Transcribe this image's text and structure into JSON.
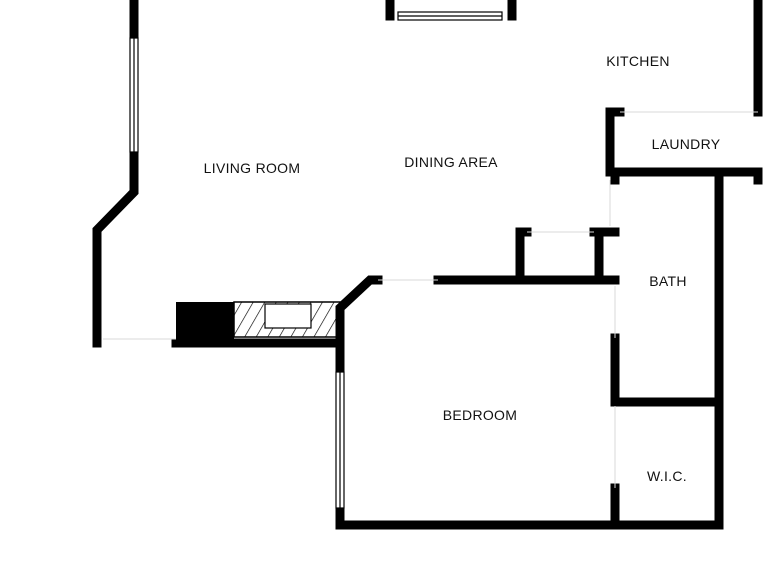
{
  "rooms": {
    "kitchen": "KITCHEN",
    "living_room": "LIVING ROOM",
    "dining_area": "DINING AREA",
    "laundry": "LAUNDRY",
    "bath": "BATH",
    "bedroom": "BEDROOM",
    "wic": "W.I.C."
  },
  "colors": {
    "wall": "#000000",
    "window": "#ffffff",
    "floor": "#ffffff"
  }
}
